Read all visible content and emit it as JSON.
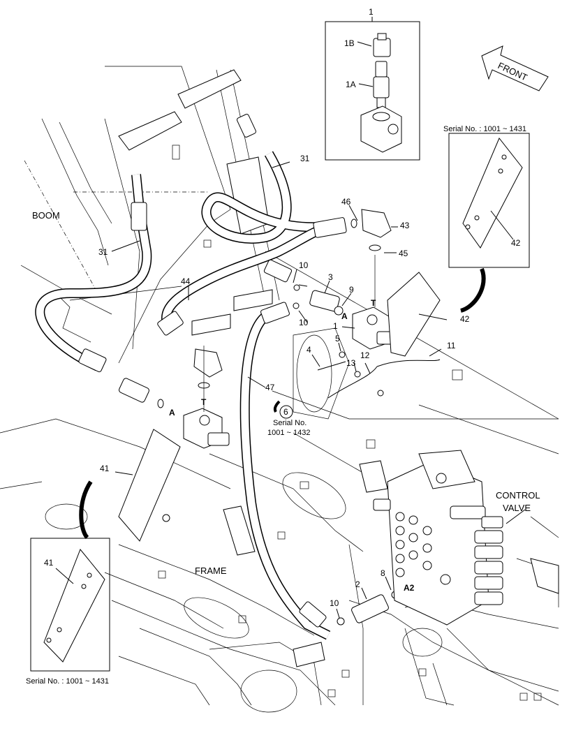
{
  "labels": {
    "boom": "BOOM",
    "frame": "FRAME",
    "control_valve_1": "CONTROL",
    "control_valve_2": "VALVE",
    "front": "FRONT",
    "serial_top_right": "Serial No. : 1001 ~ 1431",
    "serial_bottom_left": "Serial No. : 1001 ~ 1431",
    "serial_mid_1": "Serial No.",
    "serial_mid_2": "1001 ~ 1432"
  },
  "callouts": {
    "c1_top": "1",
    "c1b": "1B",
    "c1a": "1A",
    "c31_top": "31",
    "c31_left": "31",
    "c46": "46",
    "c43": "43",
    "c45": "45",
    "c10_a": "10",
    "c10_b": "10",
    "c10_c": "10",
    "c3": "3",
    "c9": "9",
    "cA_right": "A",
    "cT_right": "T",
    "c1_mid": "1",
    "c5": "5",
    "c4": "4",
    "c12": "12",
    "c13": "13",
    "c11": "11",
    "c42_mid": "42",
    "c42_top": "42",
    "c44": "44",
    "cT_left": "T",
    "cA_left": "A",
    "c47": "47",
    "c6": "6",
    "c41_mid": "41",
    "c41_box": "41",
    "c2": "2",
    "c8": "8",
    "cA2": "A2"
  }
}
